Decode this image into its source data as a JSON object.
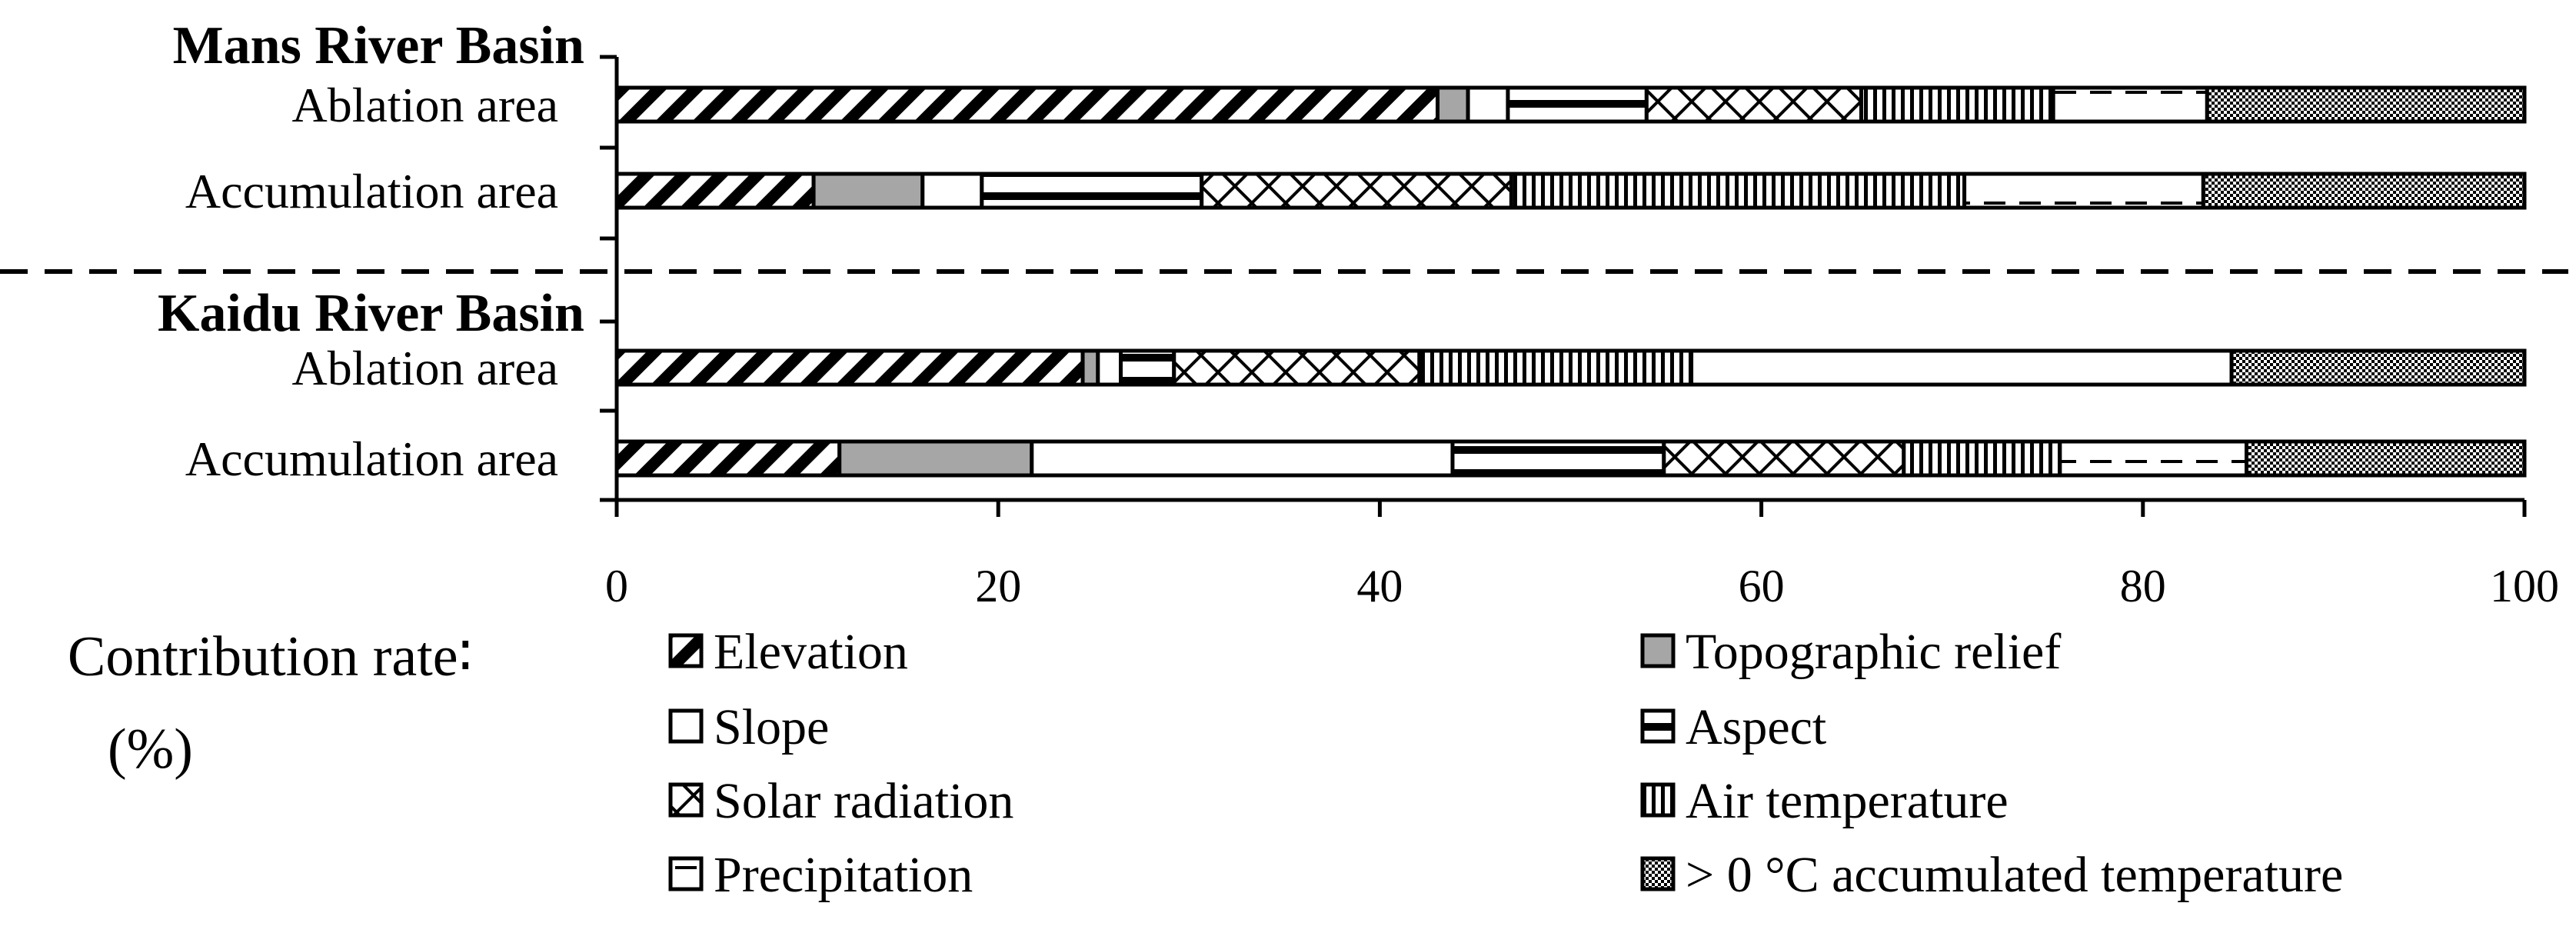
{
  "chart_data": {
    "type": "bar",
    "orientation": "horizontal",
    "stacked": true,
    "groups": [
      {
        "name": "Mans River Basin",
        "rows": [
          {
            "label": "Ablation area",
            "values": [
              43.2,
              1.6,
              2.1,
              7.3,
              11.3,
              10.1,
              8.1,
              16.7
            ]
          },
          {
            "label": "Accumulation area",
            "values": [
              10.3,
              5.7,
              3.1,
              11.5,
              16.2,
              23.7,
              12.5,
              16.8
            ]
          }
        ]
      },
      {
        "name": "Kaidu River Basin",
        "rows": [
          {
            "label": "Ablation area",
            "values": [
              24.5,
              0.8,
              1.2,
              2.8,
              12.9,
              14.3,
              28.4,
              15.4
            ]
          },
          {
            "label": "Accumulation area",
            "values": [
              11.7,
              10.1,
              22.1,
              11.1,
              12.6,
              8.2,
              9.8,
              14.6
            ]
          }
        ]
      }
    ],
    "series": [
      {
        "name": "Elevation",
        "pattern": "diag-thick"
      },
      {
        "name": "Topographic relief",
        "pattern": "gray-solid"
      },
      {
        "name": "Slope",
        "pattern": "white"
      },
      {
        "name": "Aspect",
        "pattern": "hlines-thick"
      },
      {
        "name": "Solar radiation",
        "pattern": "crosshatch"
      },
      {
        "name": "Air temperature",
        "pattern": "vlines"
      },
      {
        "name": "Precipitation",
        "pattern": "dashes"
      },
      {
        "name": "> 0 °C accumulated temperature",
        "pattern": "checker"
      }
    ],
    "xlim": [
      0,
      100
    ],
    "xticks": [
      "0",
      "20",
      "40",
      "60",
      "80",
      "100"
    ],
    "xlabel": "Contribution rate∶",
    "xlabel_unit": "(%)",
    "grid": false,
    "legend": "bottom"
  }
}
